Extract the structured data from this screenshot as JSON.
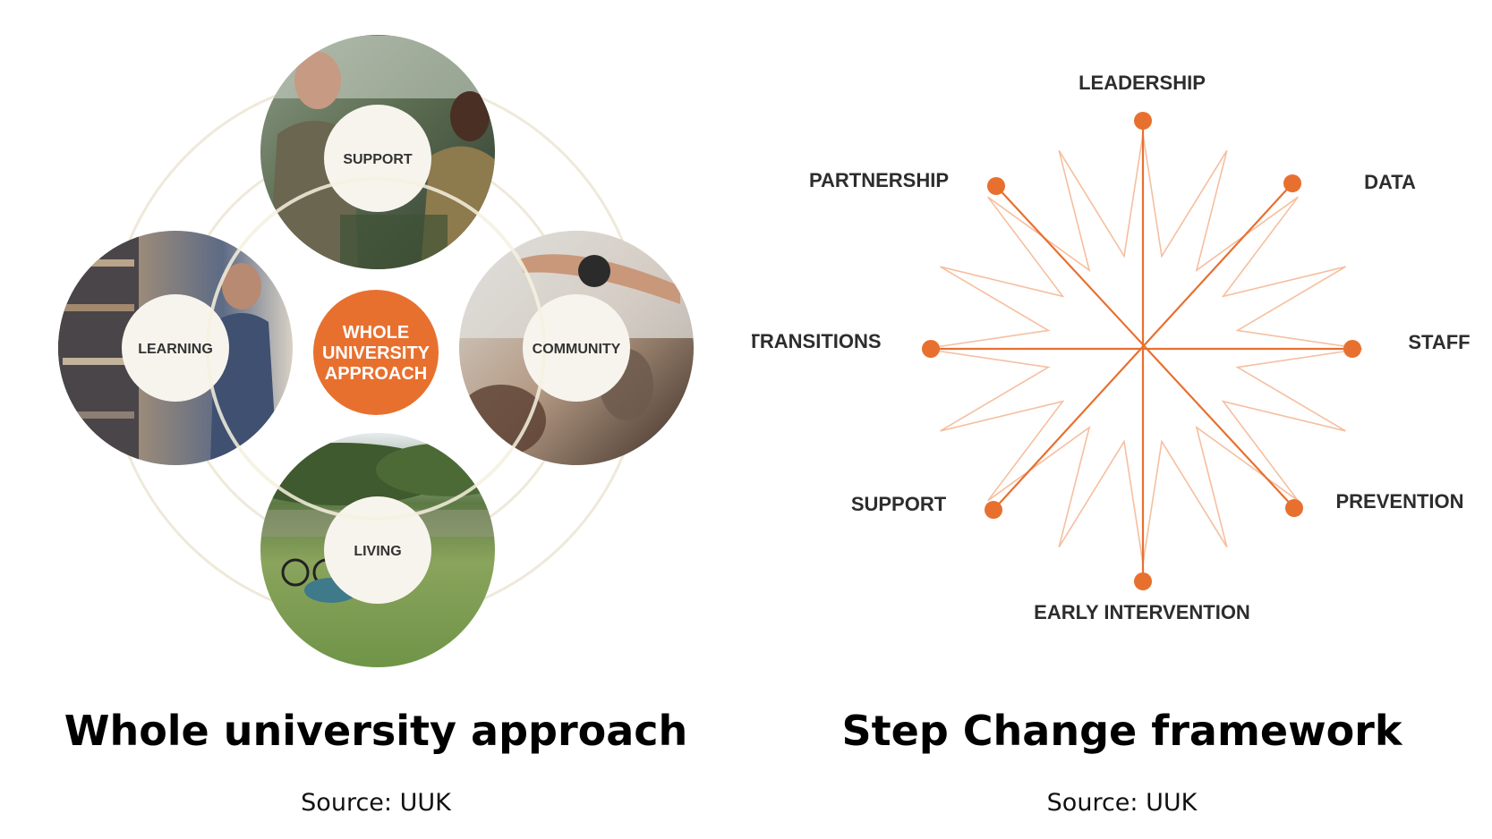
{
  "whole_university": {
    "title": "Whole university approach",
    "source": "Source: UUK",
    "center_label_lines": [
      "WHOLE",
      "UNIVERSITY",
      "APPROACH"
    ],
    "areas": [
      "SUPPORT",
      "LEARNING",
      "COMMUNITY",
      "LIVING"
    ],
    "colors": {
      "accent": "#e8702f"
    }
  },
  "step_change": {
    "title": "Step Change framework",
    "source": "Source: UUK",
    "domains": [
      "LEADERSHIP",
      "DATA",
      "STAFF",
      "PREVENTION",
      "EARLY INTERVENTION",
      "SUPPORT",
      "TRANSITIONS",
      "PARTNERSHIP"
    ],
    "colors": {
      "accent": "#e8702f",
      "pale": "#f5bf9f"
    }
  }
}
